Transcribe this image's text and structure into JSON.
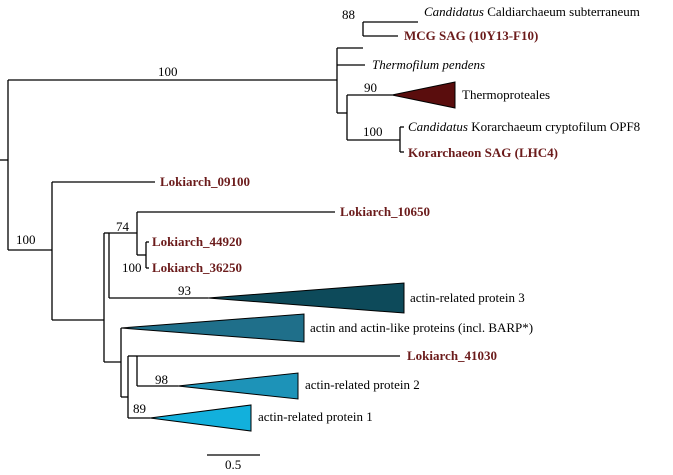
{
  "support": {
    "s100_top": "100",
    "s88": "88",
    "s90": "90",
    "s100_kor": "100",
    "s100_lower": "100",
    "s74": "74",
    "s100_lok": "100",
    "s93": "93",
    "s98": "98",
    "s89": "89"
  },
  "taxa": {
    "caldiarchaeum_genus": "Candidatus",
    "caldiarchaeum_species": " Caldiarchaeum subterraneum",
    "mcg_sag": "MCG SAG (10Y13-F10)",
    "thermofilum": "Thermofilum pendens",
    "thermoproteales": "Thermoproteales",
    "korarchaeum_genus": "Candidatus",
    "korarchaeum_species": " Korarchaeum cryptofilum OPF8",
    "korarchaeon_sag": "Korarchaeon SAG (LHC4)",
    "lokiarch_09100": "Lokiarch_09100",
    "lokiarch_10650": "Lokiarch_10650",
    "lokiarch_44920": "Lokiarch_44920",
    "lokiarch_36250": "Lokiarch_36250",
    "arp3": "actin-related protein 3",
    "actin_barp": "actin and actin-like proteins (incl. BARP*)",
    "lokiarch_41030": "Lokiarch_41030",
    "arp2": "actin-related protein 2",
    "arp1": "actin-related protein 1"
  },
  "scale_bar": {
    "label": "0.5"
  },
  "colors": {
    "highlight": "#6b1b1b",
    "thermoproteales": "#5a0d0d",
    "arp3": "#0d4a5a",
    "actin": "#1f6f8a",
    "arp2": "#1d93b8",
    "arp1": "#12b0dc"
  }
}
